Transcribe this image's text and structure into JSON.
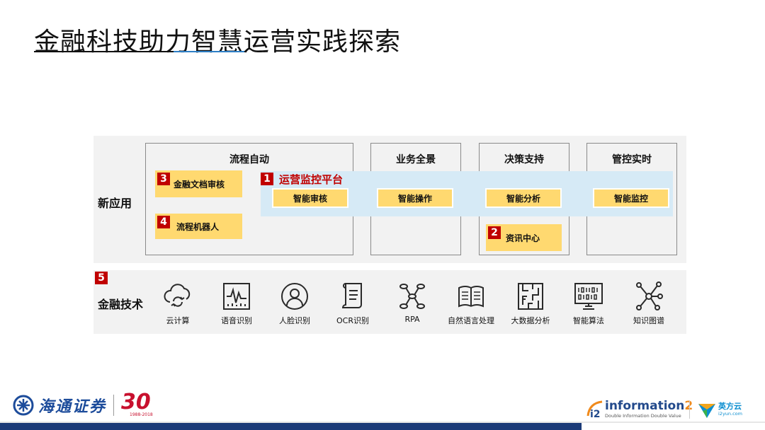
{
  "title": "金融科技助力智慧运营实践探索",
  "apps": {
    "row_label": "新应用",
    "columns": [
      {
        "header": "流程自动"
      },
      {
        "header": "业务全景"
      },
      {
        "header": "决策支持"
      },
      {
        "header": "管控实时"
      }
    ],
    "band": {
      "number": "1",
      "title": "运营监控平台"
    },
    "smart_items": [
      "智能审核",
      "智能操作",
      "智能分析",
      "智能监控"
    ],
    "numbered_items": [
      {
        "number": "3",
        "label": "金融文档审核"
      },
      {
        "number": "4",
        "label": "流程机器人"
      },
      {
        "number": "2",
        "label": "资讯中心"
      }
    ]
  },
  "tech": {
    "number": "5",
    "row_label": "金融技术",
    "items": [
      {
        "label": "云计算",
        "icon": "cloud-sync-icon"
      },
      {
        "label": "语音识别",
        "icon": "waveform-icon"
      },
      {
        "label": "人脸识别",
        "icon": "face-icon"
      },
      {
        "label": "OCR识别",
        "icon": "scroll-document-icon"
      },
      {
        "label": "RPA",
        "icon": "network-nodes-icon"
      },
      {
        "label": "自然语言处理",
        "icon": "open-book-icon"
      },
      {
        "label": "大数据分析",
        "icon": "maze-icon"
      },
      {
        "label": "智能算法",
        "icon": "binary-monitor-icon"
      },
      {
        "label": "知识图谱",
        "icon": "knowledge-graph-icon"
      }
    ]
  },
  "footer": {
    "haitong_name": "海通证券",
    "anniversary_number": "30",
    "anniversary_years": "1988-2018",
    "info2_name_prefix": "information",
    "info2_name_suffix": "2",
    "info2_tagline": "Double Information Double Value",
    "yifang_name": "英方云",
    "yifang_url": "i2yun.com"
  },
  "colors": {
    "accent_red": "#c00000",
    "highlight_yellow": "#ffd970",
    "band_blue": "#d6eaf6",
    "panel_gray": "#f2f2f2",
    "brand_navy": "#1c3b78"
  }
}
